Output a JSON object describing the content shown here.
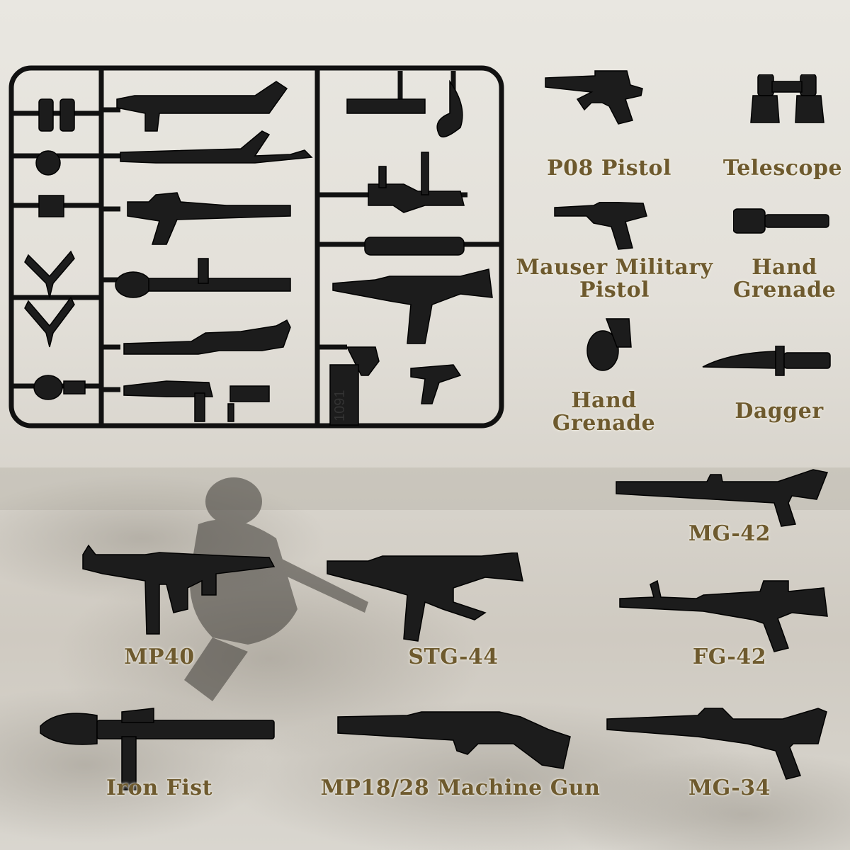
{
  "colors": {
    "label": "#6e5a2e",
    "part": "#1c1c1c",
    "background": "#e3e0d9"
  },
  "sprue": {
    "code": "1091"
  },
  "labels": {
    "p08": "P08 Pistol",
    "telescope": "Telescope",
    "mauser_line1": "Mauser Military",
    "mauser_line2": "Pistol",
    "grenade_stick_line1": "Hand",
    "grenade_stick_line2": "Grenade",
    "grenade_pineapple_line1": "Hand",
    "grenade_pineapple_line2": "Grenade",
    "dagger": "Dagger",
    "mg42": "MG-42",
    "mp40": "MP40",
    "stg44": "STG-44",
    "fg42": "FG-42",
    "iron_fist": "Iron Fist",
    "mp18": "MP18/28 Machine Gun",
    "mg34": "MG-34"
  }
}
